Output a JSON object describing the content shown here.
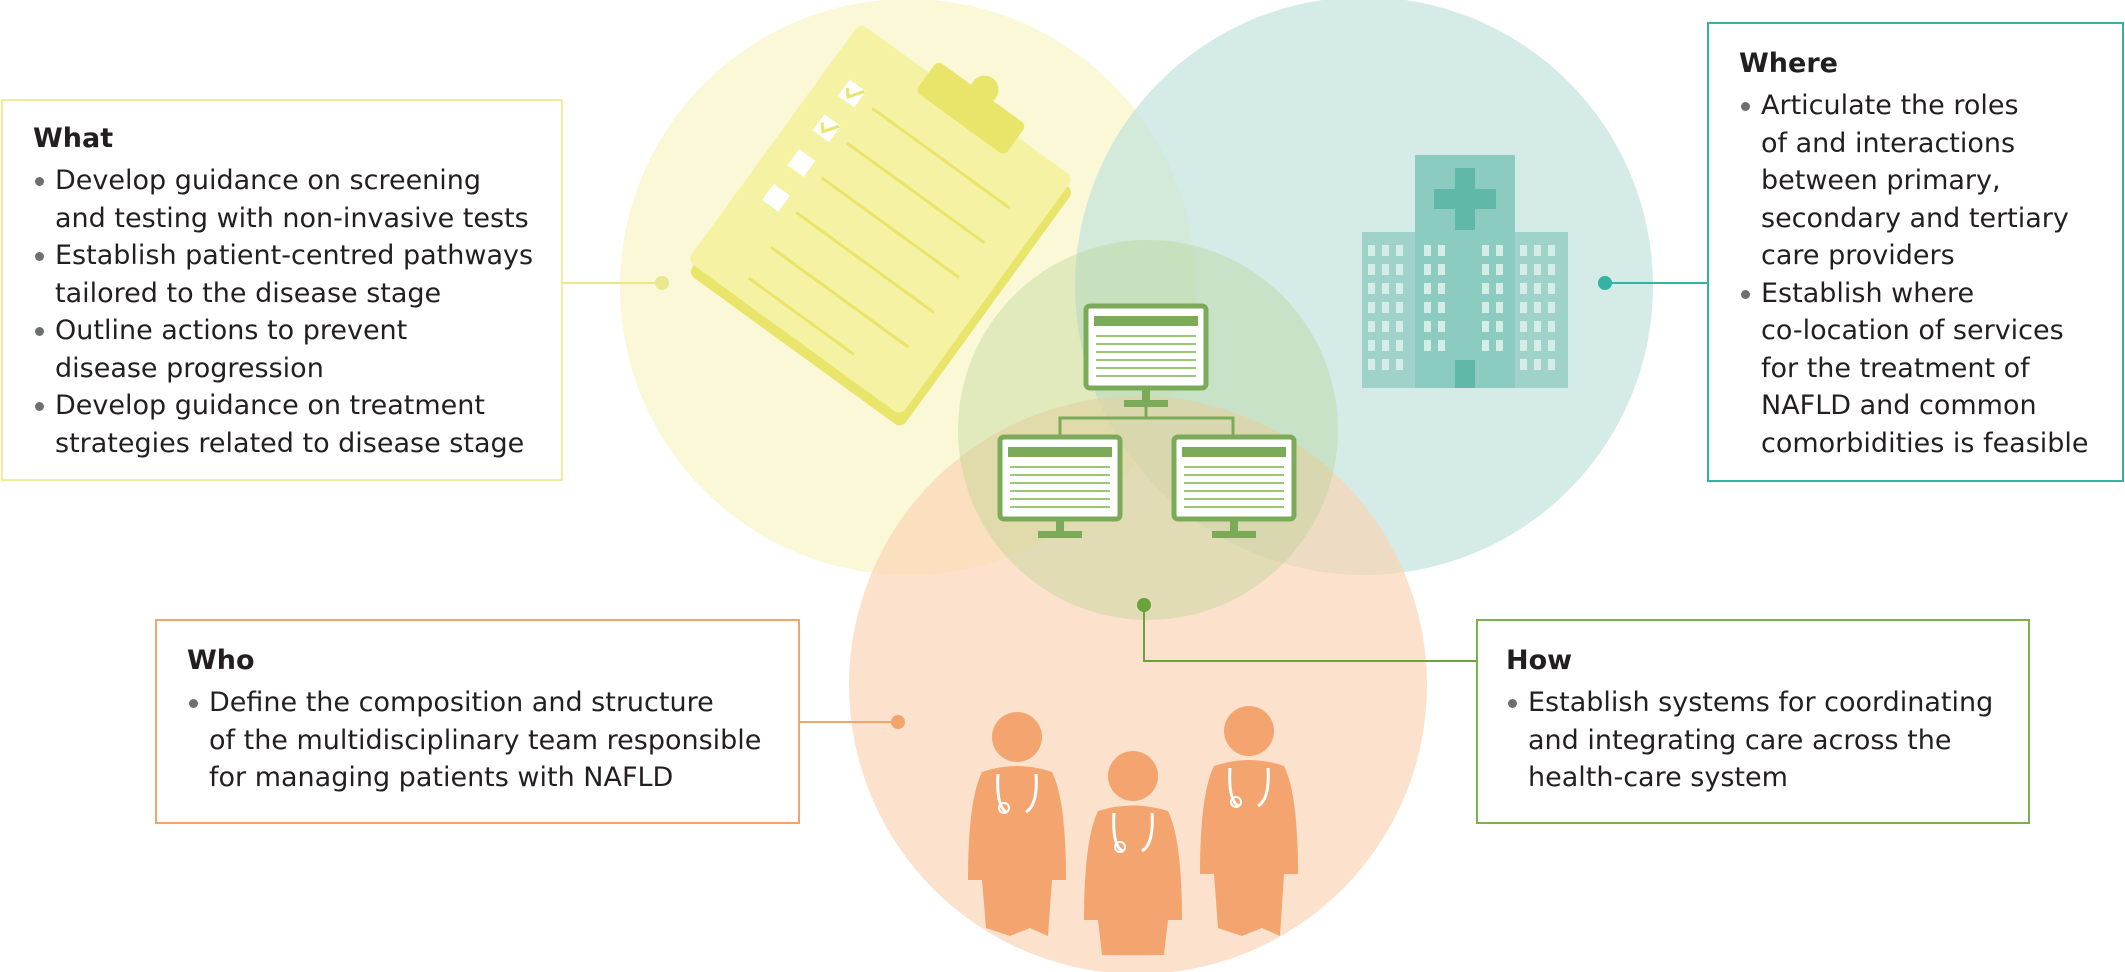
{
  "colors": {
    "what_circle": "#f8f6c8",
    "where_circle": "#bfe1da",
    "how_circle": "#b3d08d",
    "who_circle": "#fbd3b0",
    "what_accent": "#e9e88e",
    "where_accent": "#35b3a2",
    "how_accent": "#6aa23c",
    "who_accent": "#f2a46a"
  },
  "icons": {
    "what": "clipboard-checklist-icon",
    "where": "hospital-building-icon",
    "how": "networked-computers-icon",
    "who": "healthcare-team-icon"
  },
  "what": {
    "title": "What",
    "items": [
      "Develop guidance on screening\nand testing with non-invasive tests",
      "Establish patient-centred pathways\ntailored to the disease stage",
      "Outline actions to prevent\ndisease progression",
      "Develop guidance on treatment\nstrategies related to disease stage"
    ]
  },
  "where": {
    "title": "Where",
    "items": [
      "Articulate the roles\nof and interactions\nbetween primary,\nsecondary and tertiary\ncare providers",
      "Establish where\nco-location of services\nfor the treatment of\nNAFLD and common\ncomorbidities is feasible"
    ]
  },
  "who": {
    "title": "Who",
    "items": [
      "Define the composition and structure\nof the multidisciplinary team responsible\nfor managing patients with NAFLD"
    ]
  },
  "how": {
    "title": "How",
    "items": [
      "Establish systems for coordinating\nand integrating care across the\nhealth-care system"
    ]
  }
}
